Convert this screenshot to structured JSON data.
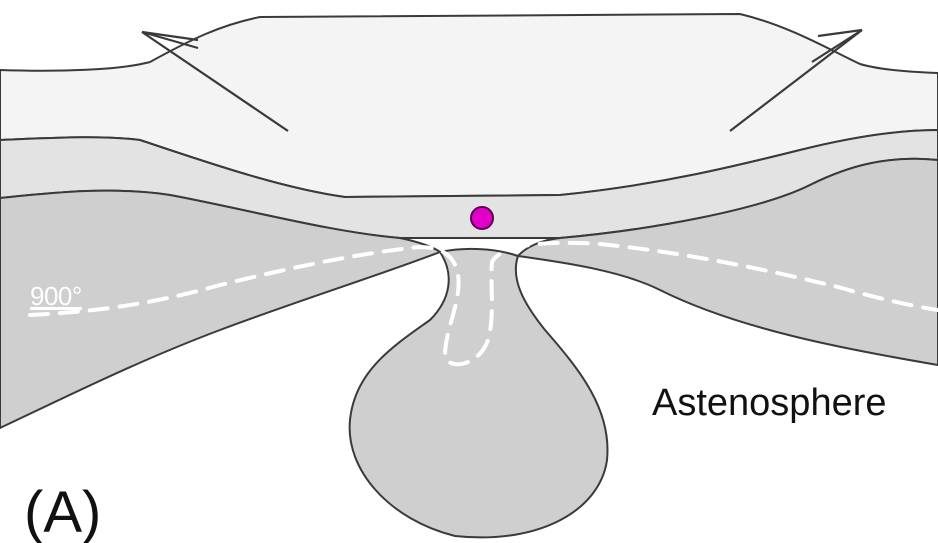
{
  "diagram": {
    "labels": {
      "isotherm": "900°",
      "astenosphere": "Astenosphere",
      "panel": "(A)"
    },
    "colors": {
      "background": "#ffffff",
      "outline": "#3a3a3a",
      "upper_crust": "#f4f4f4",
      "lower_crust": "#e3e3e3",
      "mantle": "#cfcfcf",
      "isotherm_line": "#ffffff",
      "isotherm_text": "#ffffff",
      "astenosphere_text": "#111111",
      "panel_text": "#111111",
      "point_fill": "#e000c8",
      "point_stroke": "#5a0050",
      "arrow": "#3a3a3a"
    }
  }
}
